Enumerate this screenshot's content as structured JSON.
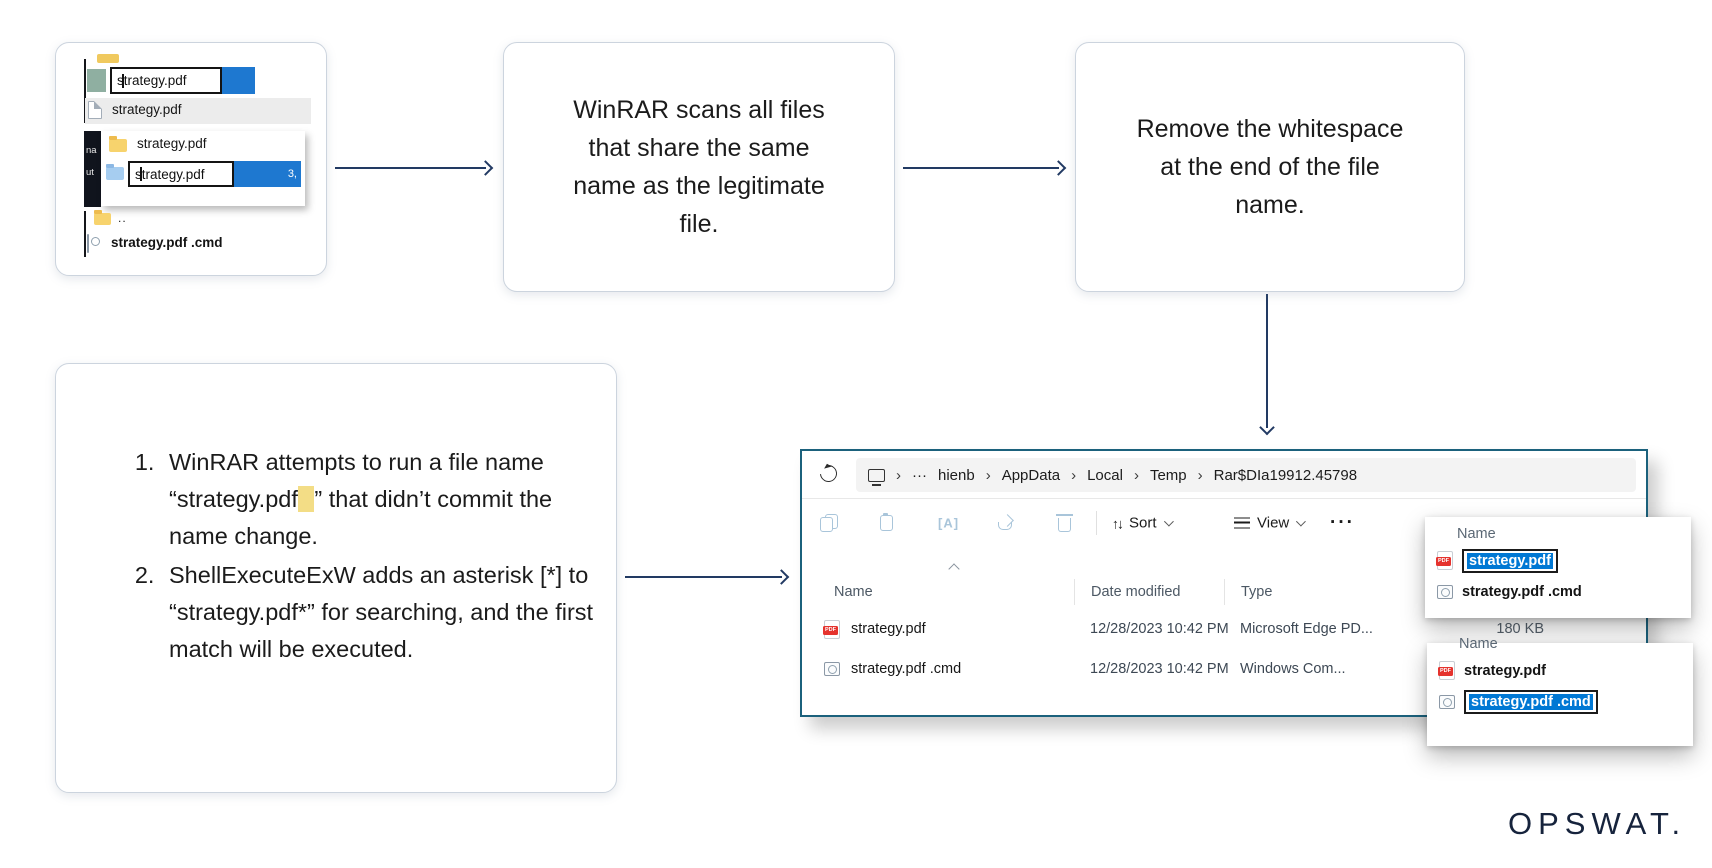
{
  "colors": {
    "arrow_navy": "#223a63",
    "explorer_border": "#1b617c",
    "selection_blue": "#0078d4",
    "rename_selection_blue": "#1e78d0",
    "highlight_yellow": "#f3dd86",
    "logo_navy": "#16233c",
    "pdf_red": "#e5332e",
    "folder_yellow": "#f7d36d"
  },
  "card": {
    "top_rename_input": "strategy.pdf",
    "top_file": "strategy.pdf",
    "panel_folder": "strategy.pdf",
    "panel_rename_input": "strategy.pdf",
    "panel_selection_text": "3,",
    "sidebar_fragments": [
      "na",
      "ut"
    ],
    "parent_dir": "..",
    "cmd_file": "strategy.pdf .cmd"
  },
  "box2": {
    "text": "WinRAR scans all files that share the same name as the legitimate file."
  },
  "box3": {
    "text": "Remove the whitespace at the end of the file name."
  },
  "box4": {
    "items": [
      {
        "prefix": "WinRAR attempts to run a file name “strategy.pdf",
        "highlight": " ",
        "suffix": "” that didn’t commit the name change."
      },
      {
        "text": "ShellExecuteExW adds an asterisk [*] to “strategy.pdf*” for searching, and the first match will be executed."
      }
    ]
  },
  "explorer": {
    "breadcrumb": {
      "sep": "›",
      "ellipsis": "···",
      "items": [
        "hienb",
        "AppData",
        "Local",
        "Temp",
        "Rar$DIa19912.45798"
      ]
    },
    "toolbar": {
      "icons": [
        "copy-icon",
        "paste-icon",
        "rename-icon",
        "share-icon",
        "delete-icon"
      ],
      "sort_label": "Sort",
      "view_label": "View",
      "more_label": "···"
    },
    "table": {
      "headers": [
        "Name",
        "Date modified",
        "Type"
      ],
      "rows": [
        {
          "icon": "pdf-icon",
          "name": "strategy.pdf",
          "date": "12/28/2023 10:42 PM",
          "type": "Microsoft Edge PD...",
          "size": "180 KB"
        },
        {
          "icon": "cmd-icon",
          "name": "strategy.pdf .cmd",
          "date": "12/28/2023 10:42 PM",
          "type": "Windows Com...",
          "size": ""
        }
      ]
    },
    "rename_popup_top": {
      "header": "Name",
      "rows": [
        {
          "icon": "pdf-icon",
          "name": "strategy.pdf",
          "state": "editing-selected"
        },
        {
          "icon": "cmd-icon",
          "name": "strategy.pdf .cmd",
          "state": "normal"
        }
      ]
    },
    "rename_popup_bottom": {
      "header": "Name",
      "rows": [
        {
          "icon": "pdf-icon",
          "name": "strategy.pdf",
          "state": "normal"
        },
        {
          "icon": "cmd-icon",
          "name": "strategy.pdf .cmd",
          "state": "editing-selected"
        }
      ]
    }
  },
  "logo": {
    "text": "OPSWAT."
  }
}
